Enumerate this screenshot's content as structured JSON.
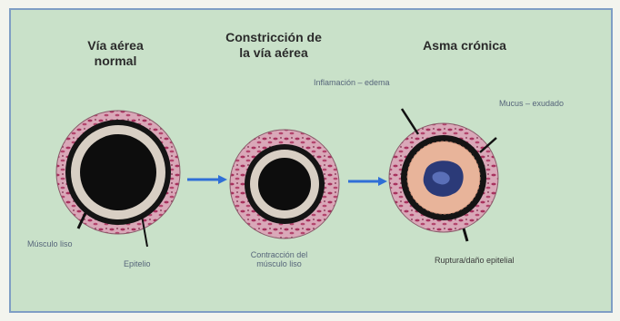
{
  "diagram": {
    "panels": [
      {
        "title_line1": "Vía aérea",
        "title_line2": "normal"
      },
      {
        "title_line1": "Constricción de",
        "title_line2": "la vía aérea"
      },
      {
        "title_line1": "Asma crónica",
        "title_line2": ""
      }
    ],
    "labels": {
      "inflamacion": "Inflamación – edema",
      "mucosa": "Mucus – exudado",
      "musculo": "Músculo liso",
      "epitelio": "Epitelio",
      "contraccion_line1": "Contracción del",
      "contraccion_line2": "músculo liso",
      "ruptura": "Ruptura/daño epitelial"
    },
    "colors": {
      "background": "#c9e1c9",
      "border": "#7f9ec4",
      "wall": "#d9a8b8",
      "dark_ring": "#111111",
      "epithelium": "#d8cfc4",
      "lumen": "#0d0d0d",
      "inflamed_lumen": "#e8b49a",
      "mucus": "#2b3a78",
      "arrow": "#2f6fd6"
    }
  }
}
